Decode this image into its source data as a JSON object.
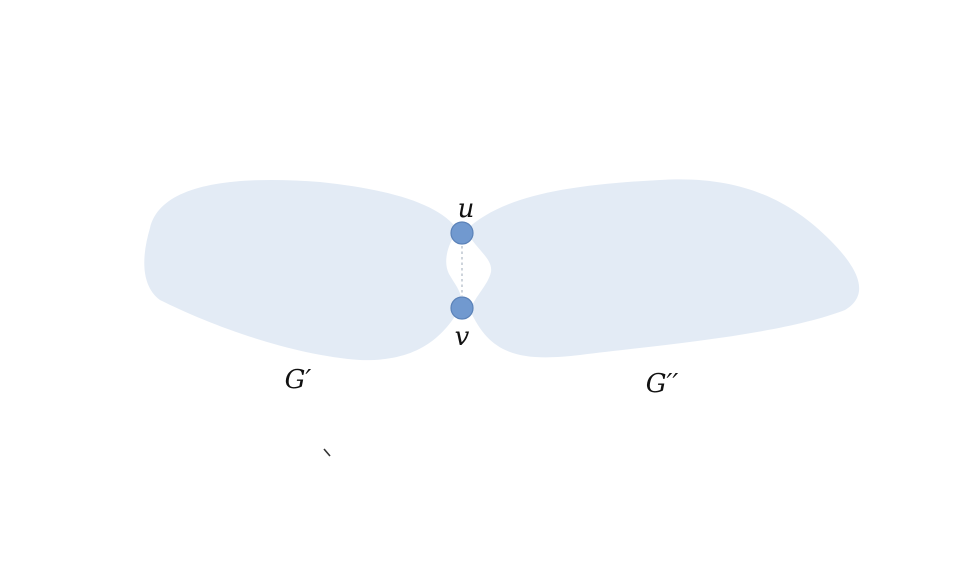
{
  "diagram": {
    "regions": [
      {
        "id": "left",
        "label": "G′"
      },
      {
        "id": "right",
        "label": "G′′"
      }
    ],
    "vertices": [
      {
        "id": "u",
        "label": "u"
      },
      {
        "id": "v",
        "label": "v"
      }
    ],
    "edges": [
      {
        "from": "u",
        "to": "v",
        "style": "dotted"
      }
    ]
  },
  "colors": {
    "region_fill": "#e3ebf5",
    "vertex_fill": "#7199cf",
    "vertex_stroke": "#5b82b8",
    "edge_stroke": "#b8c1cc",
    "text": "#111111"
  }
}
